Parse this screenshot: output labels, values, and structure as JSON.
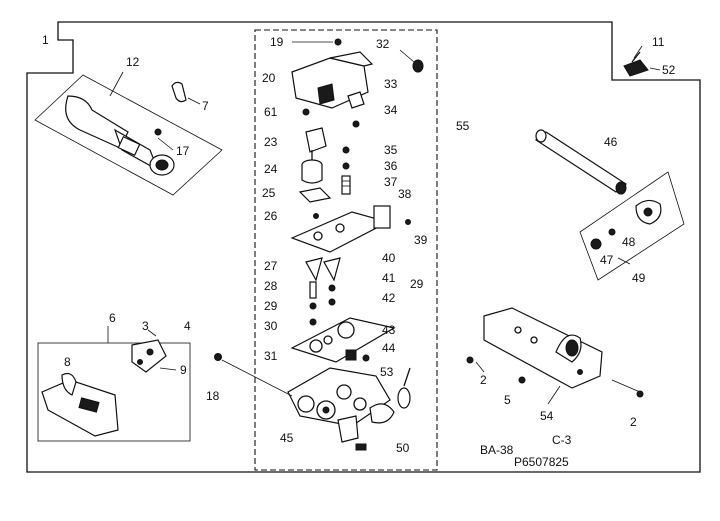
{
  "diagram": {
    "part_labels": {
      "p1": "1",
      "p2a": "2",
      "p2b": "2",
      "p3": "3",
      "p4": "4",
      "p5": "5",
      "p6": "6",
      "p7": "7",
      "p8": "8",
      "p9": "9",
      "p11": "11",
      "p12": "12",
      "p17": "17",
      "p18": "18",
      "p19": "19",
      "p20": "20",
      "p23": "23",
      "p24": "24",
      "p25": "25",
      "p26": "26",
      "p27": "27",
      "p28": "28",
      "p29a": "29",
      "p29b": "29",
      "p30": "30",
      "p31": "31",
      "p32": "32",
      "p33": "33",
      "p34": "34",
      "p35": "35",
      "p36": "36",
      "p37": "37",
      "p38": "38",
      "p39": "39",
      "p40": "40",
      "p41": "41",
      "p42": "42",
      "p43": "43",
      "p44": "44",
      "p45": "45",
      "p46": "46",
      "p47": "47",
      "p48": "48",
      "p49": "49",
      "p50": "50",
      "p52": "52",
      "p53": "53",
      "p54": "54",
      "p55": "55",
      "p61": "61"
    },
    "codes": {
      "section": "BA-38",
      "sheet": "C-3",
      "drawing_number": "P6507825"
    }
  }
}
